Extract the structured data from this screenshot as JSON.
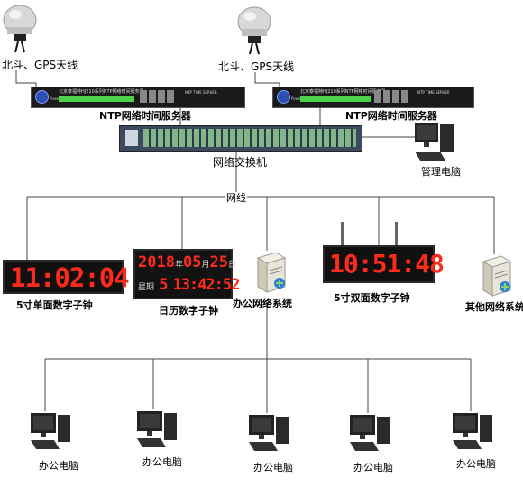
{
  "antenna_left": {
    "label": "北斗、GPS天线"
  },
  "antenna_right": {
    "label": "北斗、GPS天线"
  },
  "server_left": {
    "label": "NTP网络时间服务器",
    "panel_text": "北京泰福特HJ210系列NTP网络时间服务器",
    "panel_brand": "NTP TIME SERVER",
    "panel_power": "Power"
  },
  "server_right": {
    "label": "NTP网络时间服务器",
    "panel_text": "北京泰福特HJ210系列NTP网络时间服务器",
    "panel_brand": "NTP TIME SERVER",
    "panel_power": "Power"
  },
  "switch": {
    "label": "网络交换机"
  },
  "admin_pc": {
    "label": "管理电脑"
  },
  "network_line": {
    "label": "网线"
  },
  "clock_single": {
    "time": "11:02:04",
    "label": "5寸单面数字子钟"
  },
  "clock_calendar": {
    "year": "2018",
    "year_unit": "年",
    "month": "05",
    "month_unit": "月",
    "day": "25",
    "day_unit": "日",
    "week_label": "星期",
    "week_value": "5",
    "time": "13:42:52",
    "label": "日历数字子钟"
  },
  "office_system": {
    "label": "办公网络系统"
  },
  "clock_double": {
    "time": "10:51:48",
    "label": "5寸双面数字子钟"
  },
  "other_system": {
    "label": "其他网络系统"
  },
  "office_pcs": [
    {
      "label": "办公电脑"
    },
    {
      "label": "办公电脑"
    },
    {
      "label": "办公电脑"
    },
    {
      "label": "办公电脑"
    },
    {
      "label": "办公电脑"
    }
  ],
  "colors": {
    "led": "#ff2a1a",
    "line": "#444444",
    "device": "#1c1c1c"
  }
}
